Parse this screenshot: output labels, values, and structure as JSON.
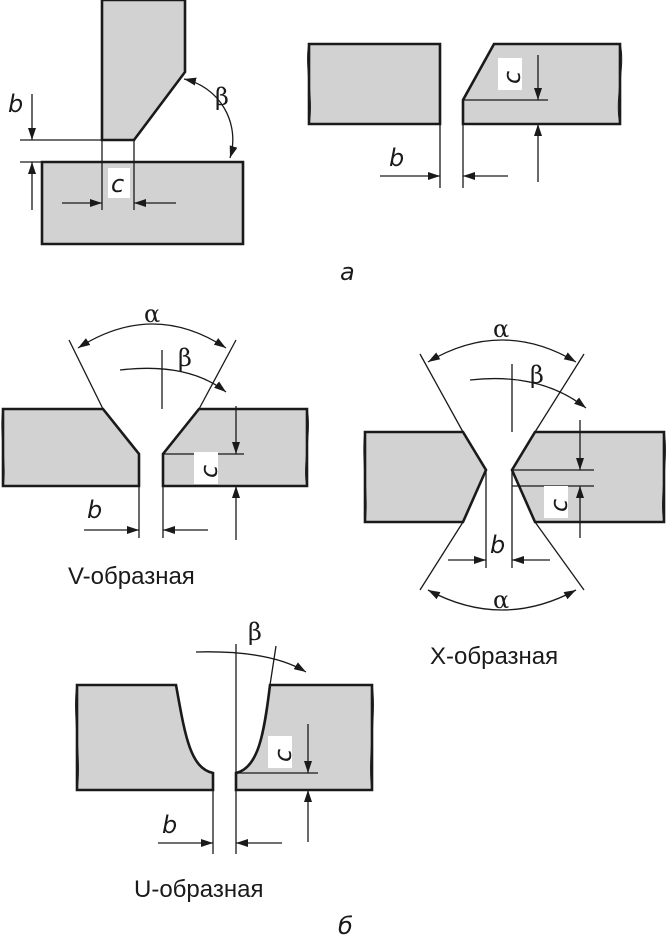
{
  "colors": {
    "metal": "#d2d2d2",
    "ink": "#1a1a1a"
  },
  "labels": {
    "b": "b",
    "c": "c",
    "alpha": "α",
    "beta": "β"
  },
  "captions": {
    "sub_a": "а",
    "sub_b": "б",
    "v": "V-образная",
    "x": "X-образная",
    "u": "U-образная"
  }
}
